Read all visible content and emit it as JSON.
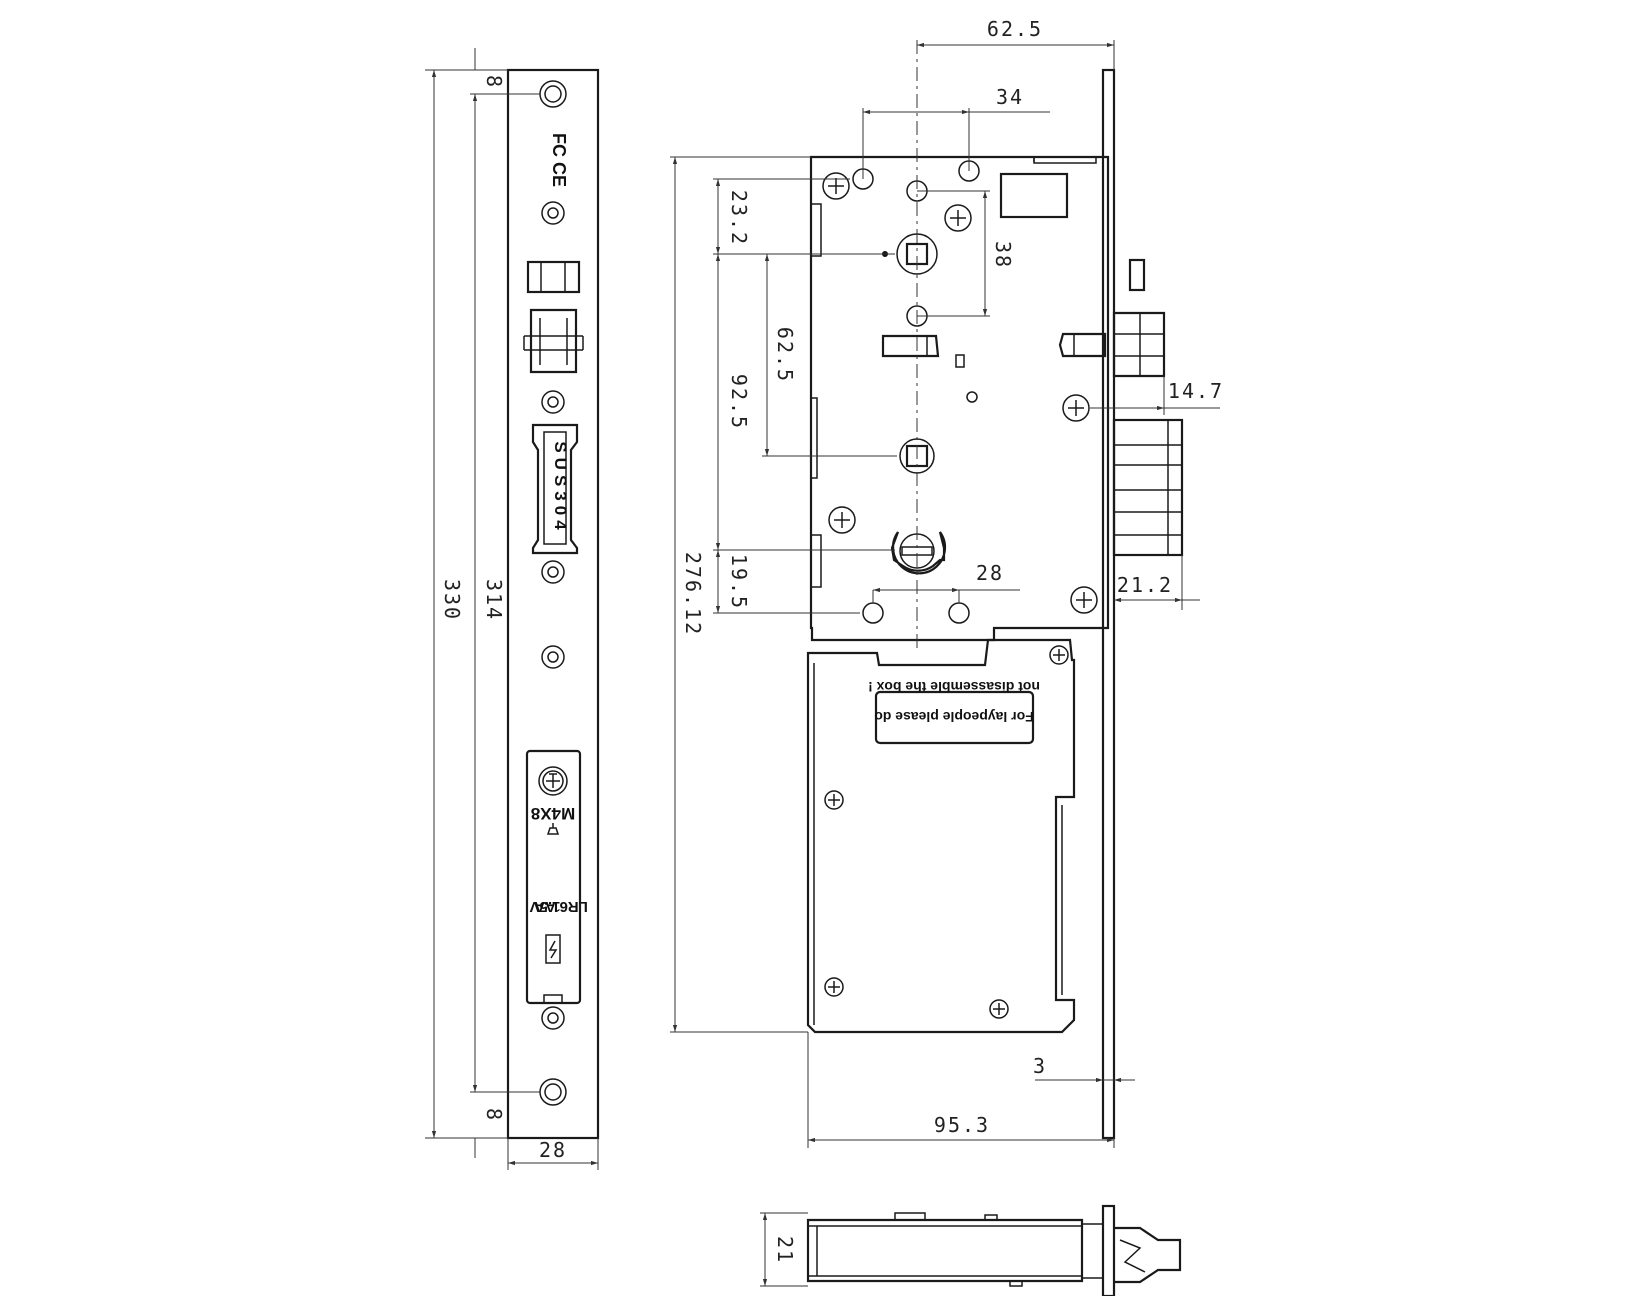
{
  "dimensions": {
    "faceplate_length": "330",
    "screw_spacing": "314",
    "edge_offset_top": "8",
    "edge_offset_bottom": "8",
    "faceplate_width": "28",
    "backset_total": "62.5",
    "hole_spacing_top": "34",
    "hub_to_hole": "38",
    "top_to_hub": "23.2",
    "hub_to_hub": "62.5",
    "hub_to_cylinder": "92.5",
    "cylinder_to_holes": "19.5",
    "holes_spacing_bottom": "28",
    "case_height": "276.12",
    "deadbolt_throw": "14.7",
    "latch_throw": "21.2",
    "plate_thickness": "3",
    "case_depth": "95.3",
    "case_thickness": "21"
  },
  "labels": {
    "material": "SUS304",
    "screw_spec": "M4X8",
    "battery_type": "LR6 AA",
    "battery_voltage": "1.5V",
    "warning_line1": "For laypeople please do",
    "warning_line2": "not disassemble the box !",
    "cert_marks": "FC CE"
  }
}
